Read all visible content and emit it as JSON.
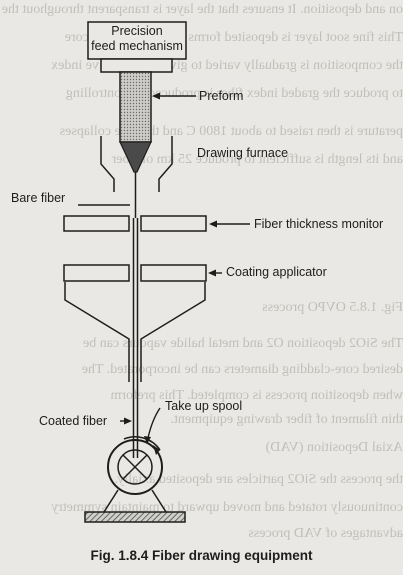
{
  "labels": {
    "feed_line1": "Precision",
    "feed_line2": "feed mechanism",
    "preform": "Preform",
    "furnace": "Drawing furnace",
    "bare_fiber": "Bare fiber",
    "thickness_monitor": "Fiber thickness monitor",
    "coating_applicator": "Coating applicator",
    "coated_fiber": "Coated fiber",
    "take_up_spool": "Take up spool"
  },
  "caption": "Fig. 1.8.4 Fiber drawing equipment"
}
